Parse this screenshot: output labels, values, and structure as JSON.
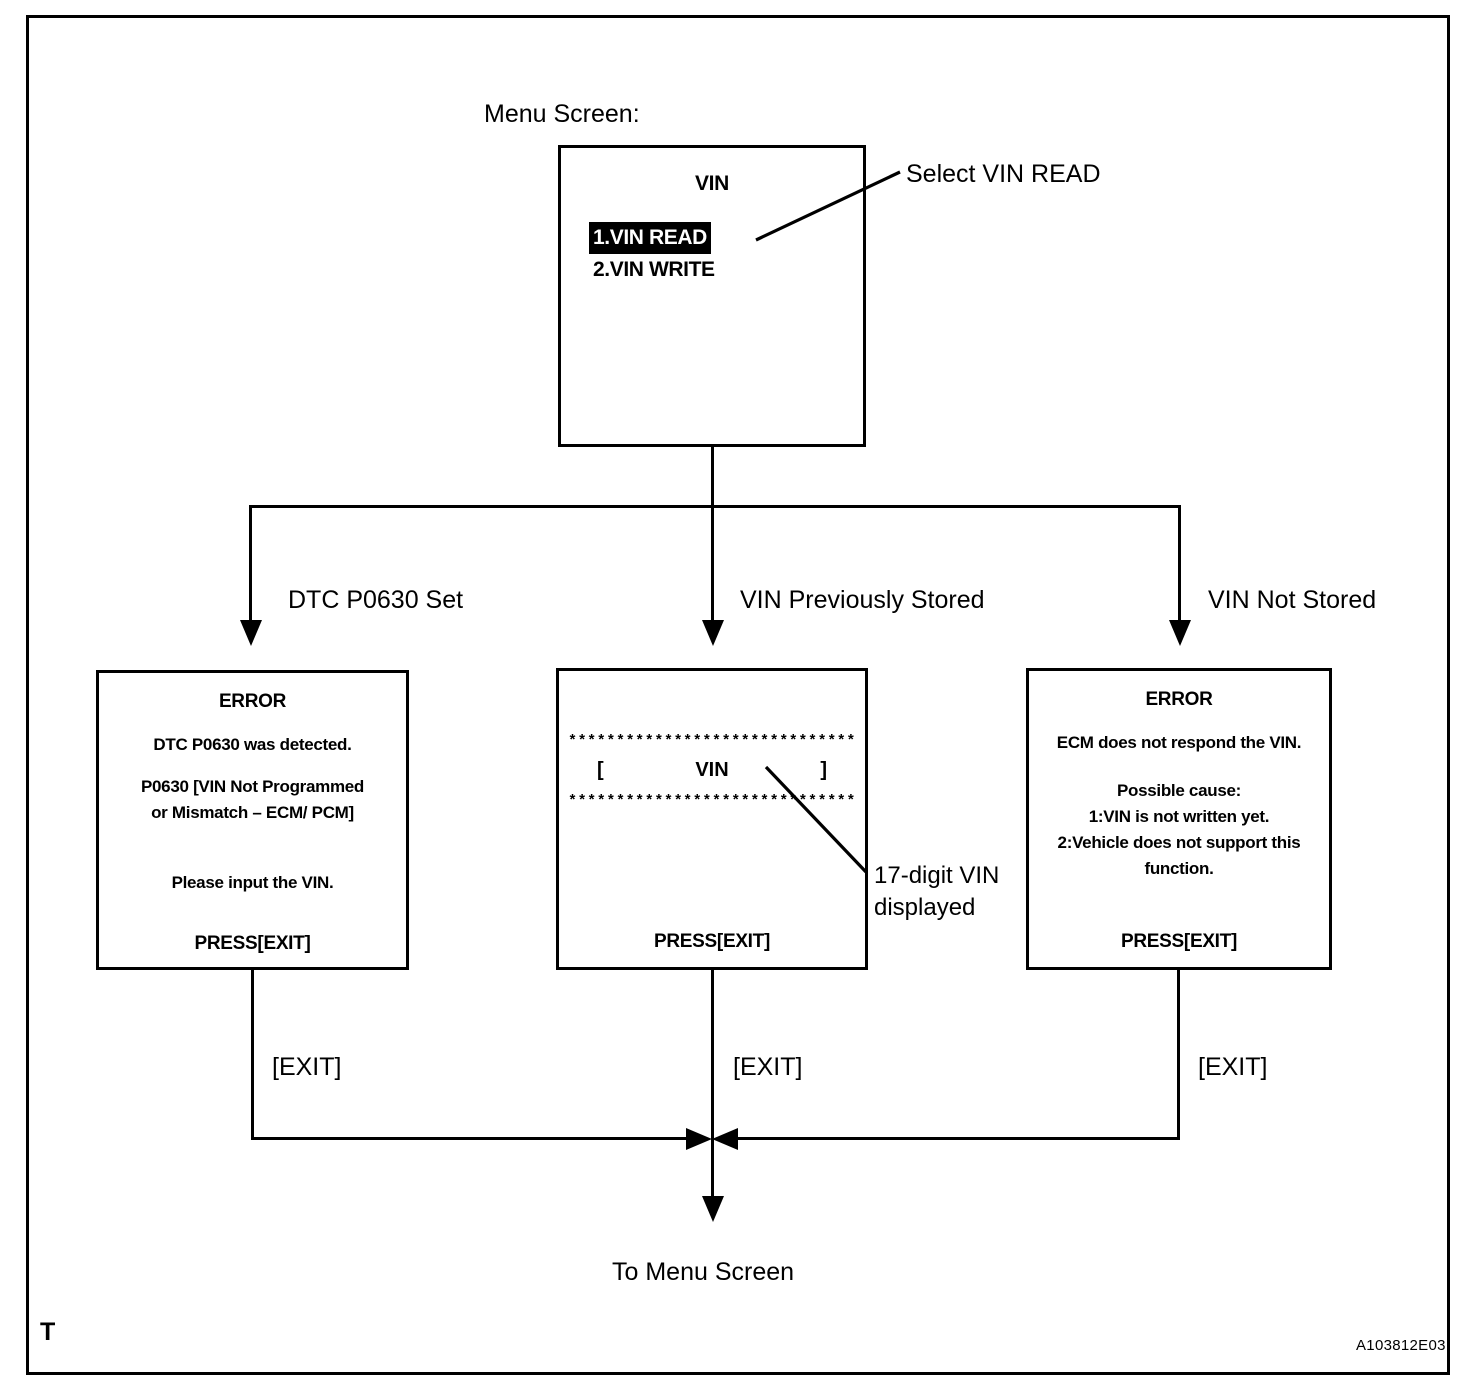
{
  "figure": {
    "corner_letter": "T",
    "code": "A103812E03"
  },
  "menu": {
    "caption": "Menu Screen:",
    "title": "VIN",
    "items": [
      {
        "label": "1.VIN READ",
        "selected": true
      },
      {
        "label": "2.VIN WRITE",
        "selected": false
      }
    ],
    "callout": "Select VIN READ"
  },
  "branches": [
    {
      "label": "DTC P0630 Set"
    },
    {
      "label": "VIN Previously Stored"
    },
    {
      "label": "VIN Not Stored"
    }
  ],
  "screens": {
    "error_dtc": {
      "title": "ERROR",
      "line1": "DTC P0630 was detected.",
      "line2": "P0630  [VIN Not Programmed",
      "line3": "or Mismatch – ECM/ PCM]",
      "line4": "Please input the VIN.",
      "footer": "PRESS[EXIT]"
    },
    "vin_display": {
      "stars_top": "******************************",
      "bracket_open": "[",
      "value": "VIN",
      "bracket_close": "]",
      "stars_bottom": "******************************",
      "footer": "PRESS[EXIT]",
      "callout_line1": "17-digit VIN",
      "callout_line2": "displayed"
    },
    "error_no_vin": {
      "title": "ERROR",
      "line1": "ECM does not respond the VIN.",
      "line2": "Possible cause:",
      "line3": "1:VIN is not written yet.",
      "line4": "2:Vehicle does not support this",
      "line5": "function.",
      "footer": "PRESS[EXIT]"
    }
  },
  "exits": [
    {
      "label": "[EXIT]"
    },
    {
      "label": "[EXIT]"
    },
    {
      "label": "[EXIT]"
    }
  ],
  "footer": {
    "to_menu": "To Menu Screen"
  },
  "colors": {
    "stroke": "#000000",
    "background": "#ffffff",
    "highlight_bg": "#000000",
    "highlight_fg": "#ffffff"
  }
}
